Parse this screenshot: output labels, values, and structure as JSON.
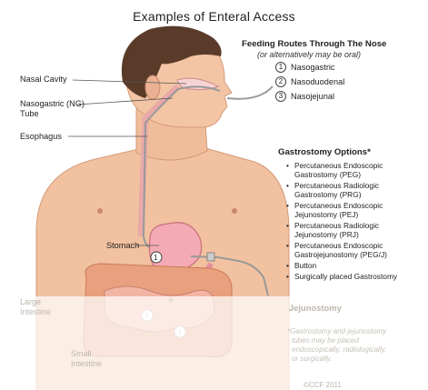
{
  "title": "Examples of Enteral Access",
  "labels": {
    "nasal_cavity": "Nasal Cavity",
    "ng_tube_line1": "Nasogastric (NG)",
    "ng_tube_line2": "Tube",
    "esophagus": "Esophagus",
    "stomach": "Stomach",
    "large_intestine_line1": "Large",
    "large_intestine_line2": "Intestine",
    "small_intestine_line1": "Small",
    "small_intestine_line2": "Intestine",
    "marker_1": "1",
    "marker_2": "2",
    "marker_3": "3"
  },
  "nose_routes": {
    "header": "Feeding Routes Through The Nose",
    "subheader": "(or alternatively may be oral)",
    "items": [
      {
        "num": "1",
        "label": "Nasogastric"
      },
      {
        "num": "2",
        "label": "Nasoduodenal"
      },
      {
        "num": "3",
        "label": "Nasojejunal"
      }
    ]
  },
  "gastrostomy": {
    "header": "Gastrostomy Options*",
    "items": [
      "Percutaneous Endoscopic Gastrostomy (PEG)",
      "Percutaneous Radiologic Gastrostomy (PRG)",
      "Percutaneous Endoscopic Jejunostomy (PEJ)",
      "Percutaneous Radiologic Jejunostomy (PRJ)",
      "Percutaneous Endoscopic Gastrojejunostomy (PEG/J)",
      "Button",
      "Surgically placed Gastrostomy"
    ]
  },
  "jejunostomy": {
    "header": "Jejunostomy",
    "note_line1": "*Gastrostomy and jejunostomy",
    "note_line2": "tubes may be placed",
    "note_line3": "endoscopically, radiologically,",
    "note_line4": "or surgically."
  },
  "credit": "©CCF 2011"
}
